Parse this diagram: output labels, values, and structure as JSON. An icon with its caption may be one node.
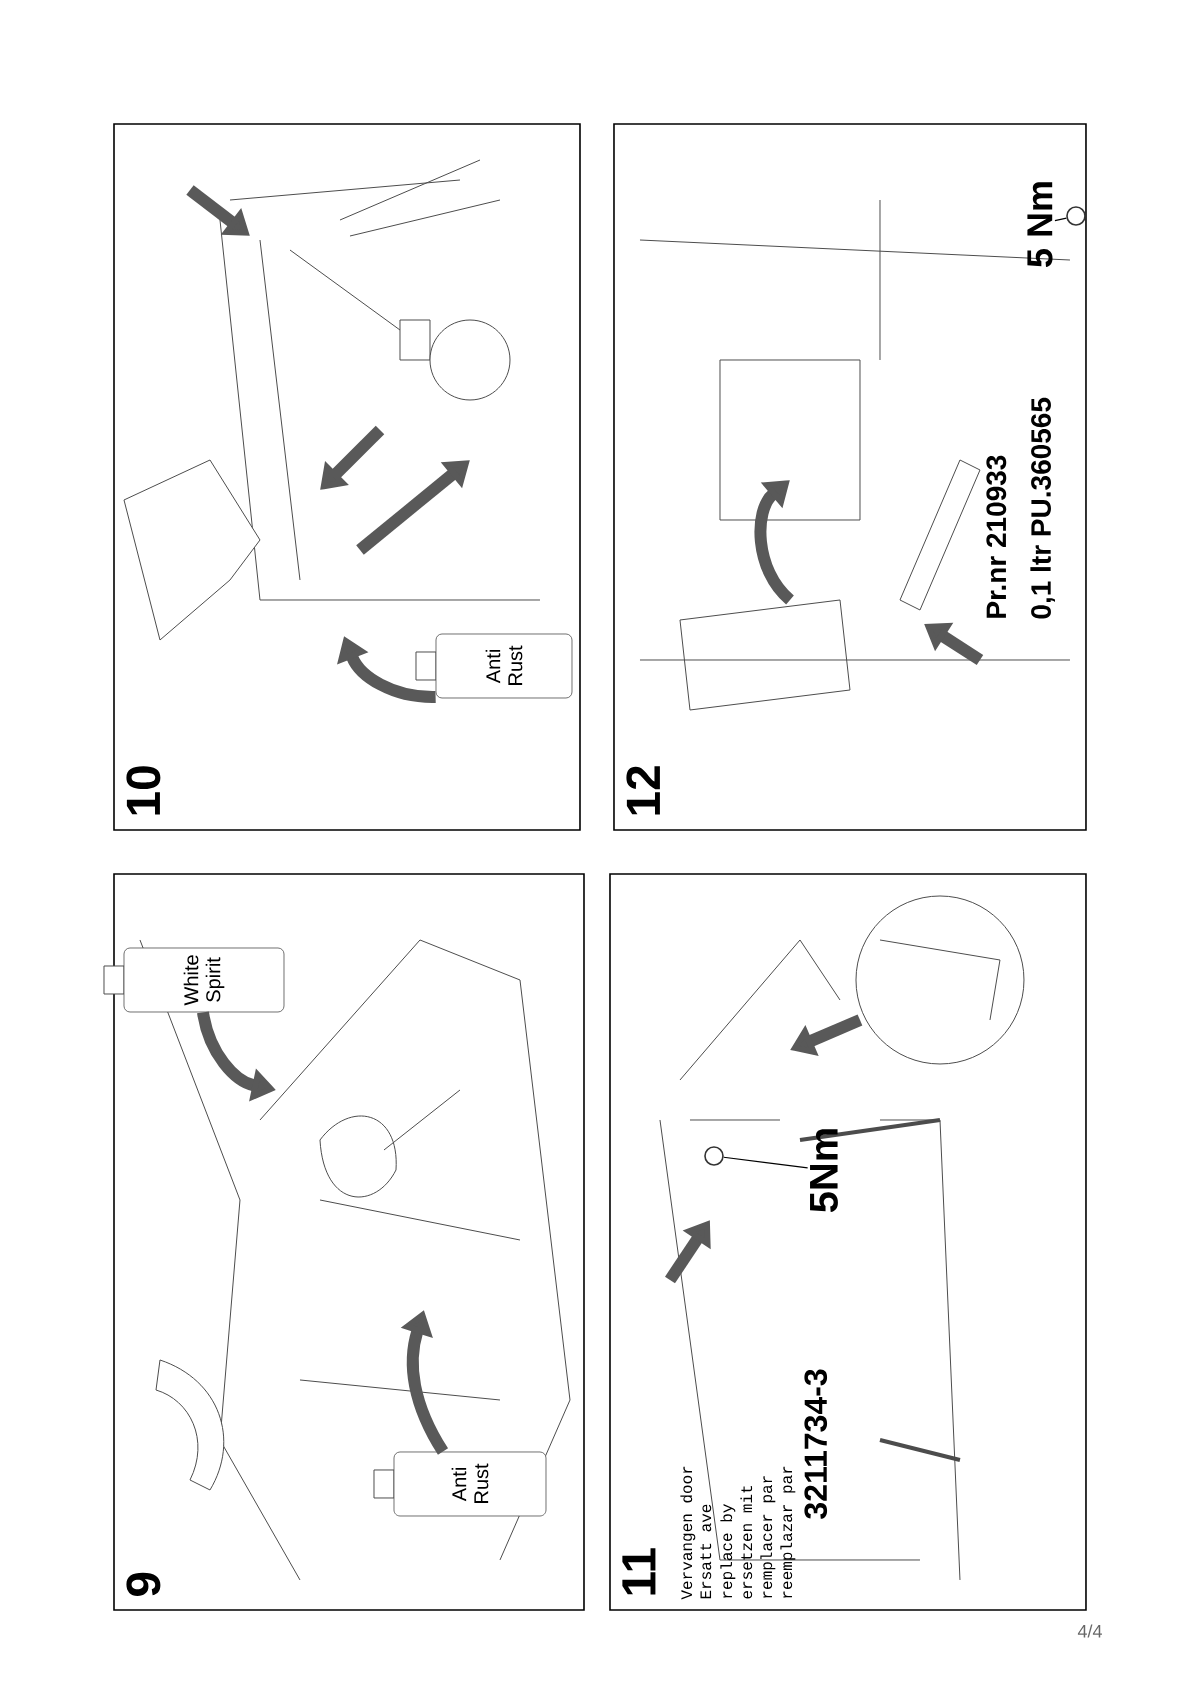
{
  "diagram": {
    "nodes": [
      {
        "text": [
          "9"
        ]
      },
      {
        "text": [
          "White Spirit"
        ],
        "in": 0
      },
      {
        "text": [
          "Anti Rust"
        ],
        "in": 0
      },
      {
        "text": [
          "10"
        ]
      },
      {
        "text": [
          "Anti Rust"
        ],
        "in": 3
      },
      {
        "text": [
          "11"
        ]
      },
      {
        "text": [
          "5Nm"
        ],
        "in": 5
      },
      {
        "text": [],
        "shape": "circle",
        "in": 5
      },
      {
        "text": [
          "12"
        ]
      },
      {
        "text": [
          "5 Nm"
        ],
        "in": 8
      },
      {
        "text": [],
        "shape": "circle",
        "in": 8
      }
    ],
    "edges": [
      {
        "from": 1,
        "to": null,
        "arrow": "to"
      },
      {
        "from": 2,
        "to": null,
        "arrow": "to"
      },
      {
        "from": 4,
        "to": null,
        "arrow": "to"
      },
      {
        "from": 6,
        "to": 7,
        "arrow": "none"
      },
      {
        "from": 9,
        "to": 10,
        "arrow": "none"
      }
    ],
    "labels": [
      "Vervangen door",
      "Ersatt ave",
      "replace by",
      "ersetzen mit",
      "remplacer par",
      "reemplazar par",
      "3211734-3",
      "Pr.nr 210933",
      "0,1 ltr PU.360565",
      "4/4"
    ]
  }
}
